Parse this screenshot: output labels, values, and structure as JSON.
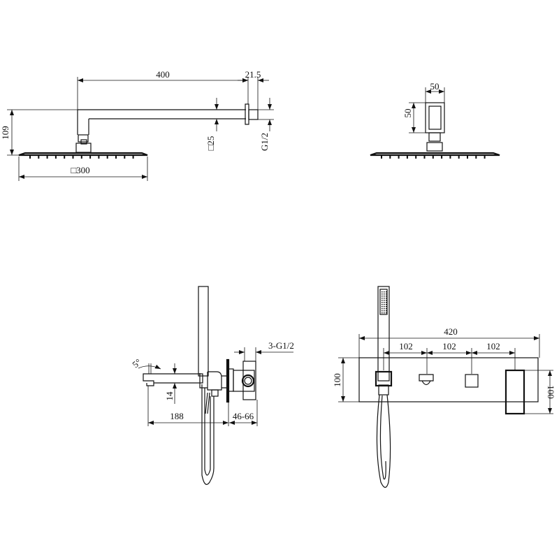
{
  "views": {
    "rain_shower_side": {
      "arm_length": "400",
      "flange_depth": "21.5",
      "arm_section": "□25",
      "thread": "G1/2",
      "height": "109",
      "head_size": "□300"
    },
    "rain_shower_front": {
      "arm_width": "50",
      "arm_height": "50"
    },
    "bath_mixer_side": {
      "spout_tilt": "5°",
      "spout_height": "14",
      "spout_projection": "188",
      "wall_depth": "46-66",
      "inlet_thread": "3-G1/2"
    },
    "bath_mixer_front": {
      "overall_width": "420",
      "spacing_1": "102",
      "spacing_2": "102",
      "spacing_3": "102",
      "plate_height": "100",
      "handle_height": "100"
    }
  },
  "colors": {
    "line": "#111111",
    "background": "#ffffff"
  }
}
